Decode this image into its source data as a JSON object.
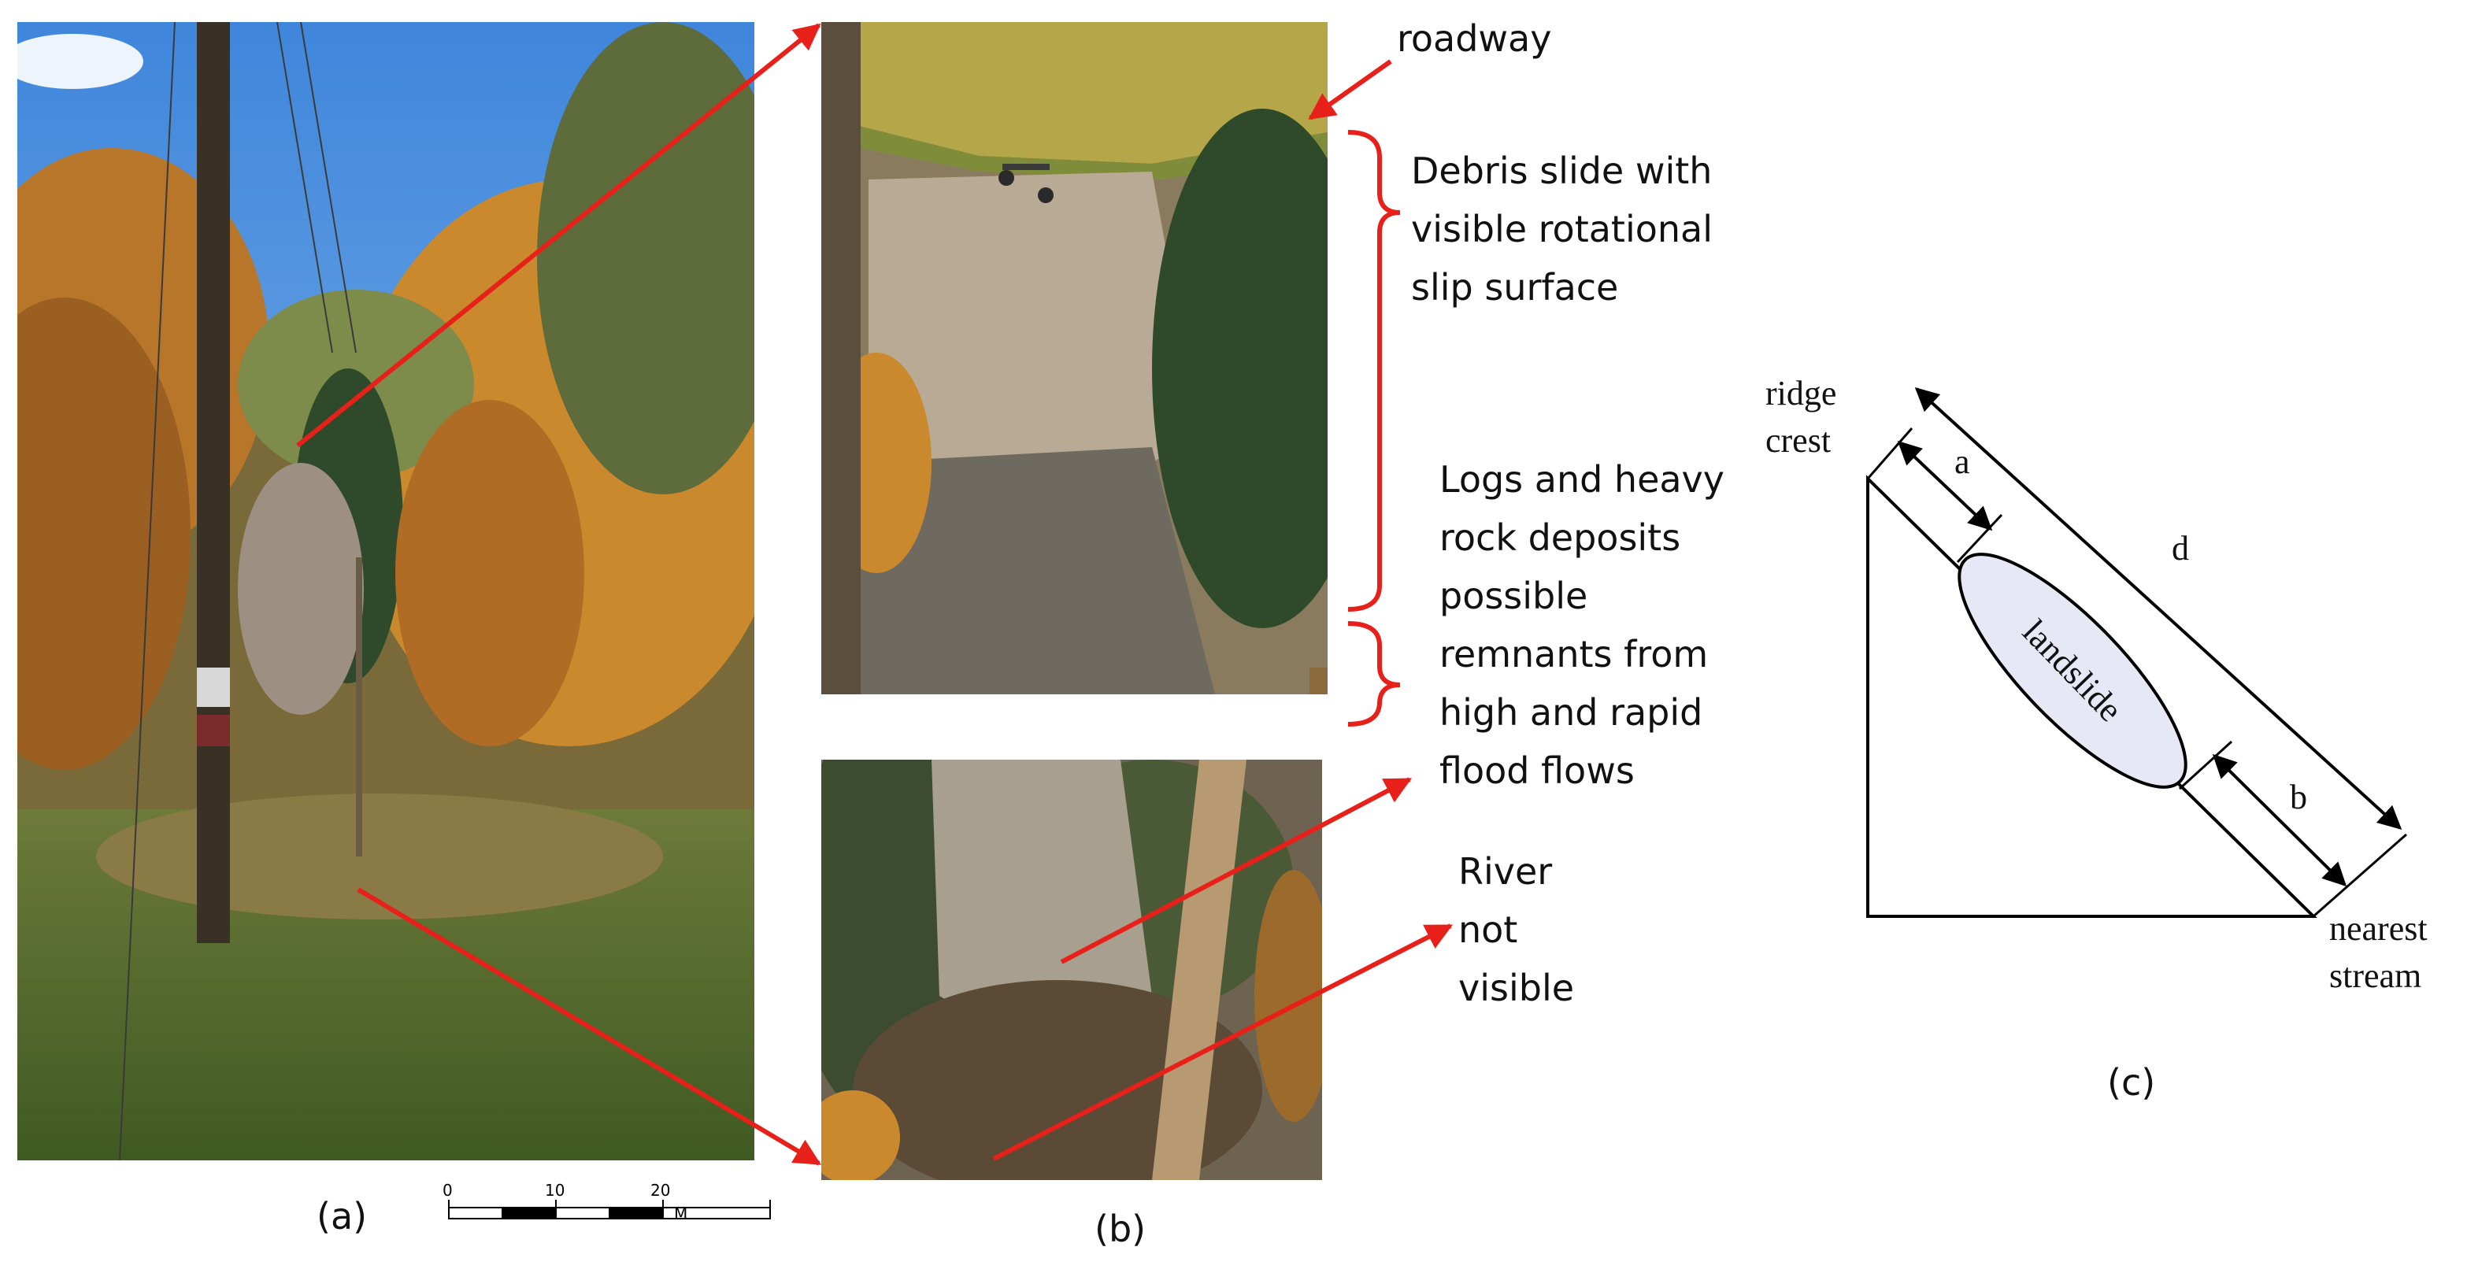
{
  "panels": {
    "a": {
      "caption": "(a)"
    },
    "b": {
      "caption": "(b)"
    },
    "c": {
      "caption": "(c)"
    }
  },
  "scale_bar": {
    "ticks": [
      "0",
      "10",
      "20"
    ],
    "unit": "M"
  },
  "annotations": {
    "roadway": "roadway",
    "debris": [
      "Debris slide with",
      "visible rotational",
      "slip surface"
    ],
    "logs": [
      "Logs and heavy",
      "rock deposits",
      "possible",
      "remnants from",
      "high and rapid",
      "flood flows"
    ],
    "river": [
      "River",
      "not",
      "visible"
    ]
  },
  "diagram": {
    "ridge": [
      "ridge",
      "crest"
    ],
    "stream": [
      "nearest",
      "stream"
    ],
    "landslide": "landslide",
    "a": "a",
    "b": "b",
    "d": "d"
  },
  "colors": {
    "arrow": "#e8201a",
    "landslide_fill": "#e6e9f5",
    "sky": "#6aa8e8",
    "foliage": "#c98a2a"
  }
}
